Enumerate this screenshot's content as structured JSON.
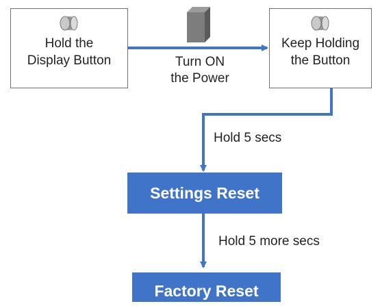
{
  "diagram": {
    "start_box": {
      "icon": "push-button-icon",
      "lines": [
        "Hold the",
        "Display Button"
      ]
    },
    "power_icon": "power-device-icon",
    "edge_power": {
      "lines": [
        "Turn ON",
        "the Power"
      ]
    },
    "end_box": {
      "icon": "push-button-icon",
      "lines": [
        "Keep Holding",
        "the Button"
      ]
    },
    "edge_hold": "Hold 5 secs",
    "settings_reset": "Settings Reset",
    "edge_hold_more": "Hold 5 more secs",
    "factory_reset": "Factory Reset",
    "colors": {
      "arrow": "#3f74c9",
      "step_fill": "#3f74c9",
      "box_border": "#6f6f6f"
    }
  }
}
